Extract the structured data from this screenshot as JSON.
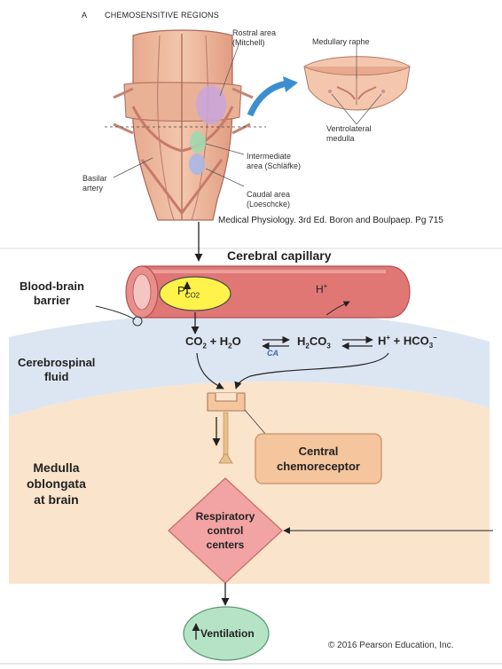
{
  "top_figure": {
    "panel_letter": "A",
    "panel_title": "CHEMOSENSITIVE REGIONS",
    "rostral_area": [
      "Rostral area",
      "(Mitchell)"
    ],
    "medullary_raphe": "Medullary raphe",
    "ventrolateral_medulla": [
      "Ventrolateral",
      "medulla"
    ],
    "intermediate_area": [
      "Intermediate",
      "area (Schläfke)"
    ],
    "basilar_artery": [
      "Basilar",
      "artery"
    ],
    "caudal_area": [
      "Caudal area",
      "(Loeschcke)"
    ],
    "citation": "Medical Physiology. 3rd Ed. Boron and Boulpaep. Pg 715"
  },
  "diagram": {
    "cerebral_capillary": "Cerebral capillary",
    "blood_brain_barrier": [
      "Blood-brain",
      "barrier"
    ],
    "pco2_label": "P",
    "pco2_sub": "CO2",
    "h_plus": "H",
    "cerebrospinal_fluid": [
      "Cerebrospinal",
      "fluid"
    ],
    "eq_co2": "CO",
    "eq_h2o": "H",
    "eq_h2co3": "H",
    "eq_h": "H",
    "eq_hco3": "HCO",
    "ca_label": "CA",
    "medulla": [
      "Medulla",
      "oblongata",
      "at brain"
    ],
    "central_chemoreceptor": [
      "Central",
      "chemoreceptor"
    ],
    "respiratory_control": [
      "Respiratory",
      "control",
      "centers"
    ],
    "ventilation": "Ventilation",
    "copyright": "© 2016 Pearson Education, Inc."
  },
  "colors": {
    "capillary": "#e07775",
    "capillary_light": "#f2b1aa",
    "csf": "#dce6f2",
    "medulla_region": "#fbe4cc",
    "chemoreceptor": "#f5c59e",
    "resp_center": "#f2a3a3",
    "ventilation": "#b6e3c6",
    "pco2_bubble": "#fff24a",
    "accent_blue": "#3d66b0"
  }
}
